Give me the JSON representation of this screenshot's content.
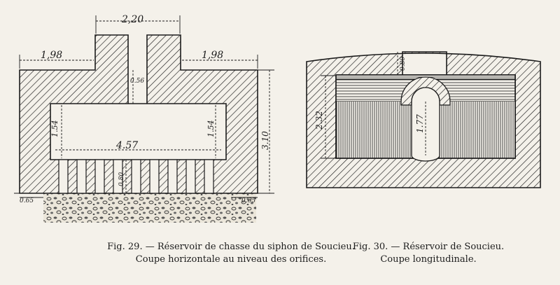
{
  "fig29": {
    "dimensions": {
      "top_width": "2,20",
      "left_arm": "1,98",
      "right_arm": "1,98",
      "wall": "0.56",
      "chamber_width": "4.57",
      "chamber_height_left": "1.54",
      "chamber_height_right": "1.54",
      "total_height": "3.10",
      "orifice_gap": "0.80",
      "edge_left": "0.65",
      "edge_right": "0.65"
    },
    "caption_line1": "Fig. 29. — Réservoir de chasse du siphon de Soucieu.",
    "caption_line2": "Coupe horizontale au niveau des orifices."
  },
  "fig30": {
    "dimensions": {
      "top_opening": "0.80",
      "outer_height": "2.32",
      "inner_height": "1.77"
    },
    "caption_line1": "Fig. 30. — Réservoir de Soucieu.",
    "caption_line2": "Coupe longitudinale."
  }
}
